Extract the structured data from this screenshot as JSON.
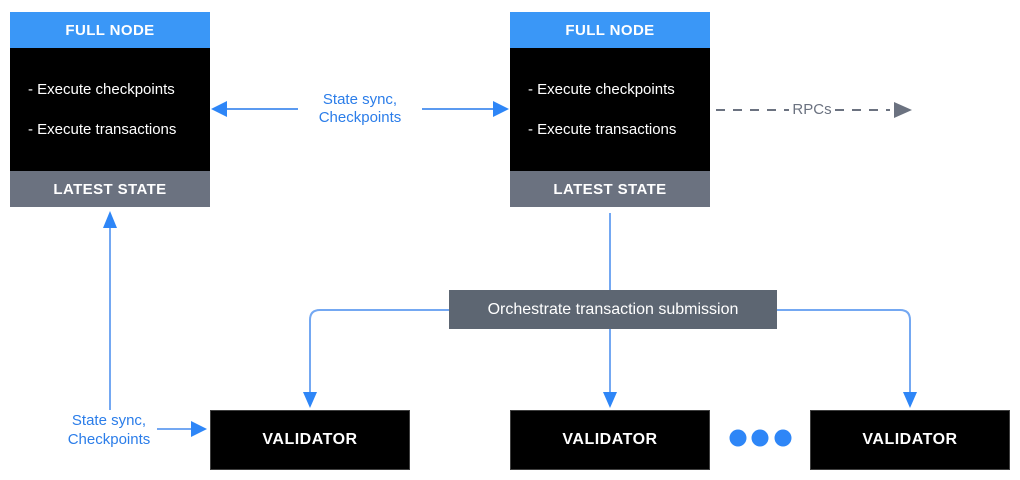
{
  "diagram": {
    "full_nodes": [
      {
        "title": "FULL NODE",
        "items": [
          "- Execute checkpoints",
          "- Execute transactions"
        ],
        "footer": "LATEST STATE"
      },
      {
        "title": "FULL NODE",
        "items": [
          "- Execute checkpoints",
          "- Execute transactions"
        ],
        "footer": "LATEST STATE"
      }
    ],
    "connector_labels": {
      "top_state_sync": {
        "line1": "State sync,",
        "line2": "Checkpoints"
      },
      "rpcs": "RPCs",
      "bottom_state_sync": {
        "line1": "State sync,",
        "line2": "Checkpoints"
      }
    },
    "orchestrate_label": "Orchestrate transaction submission",
    "validators": [
      "VALIDATOR",
      "VALIDATOR",
      "VALIDATOR"
    ],
    "colors": {
      "header_blue": "#3a97f7",
      "footer_gray": "#6b7280",
      "orchestrate_gray": "#5d6672",
      "box_black": "#000000",
      "connector_blue": "#5b9af0",
      "connector_blue_light": "#74a8f2",
      "arrowhead_blue": "#2e86f7",
      "label_blue": "#2b7de9",
      "rpc_gray": "#6b7280",
      "background": "#ffffff"
    }
  }
}
